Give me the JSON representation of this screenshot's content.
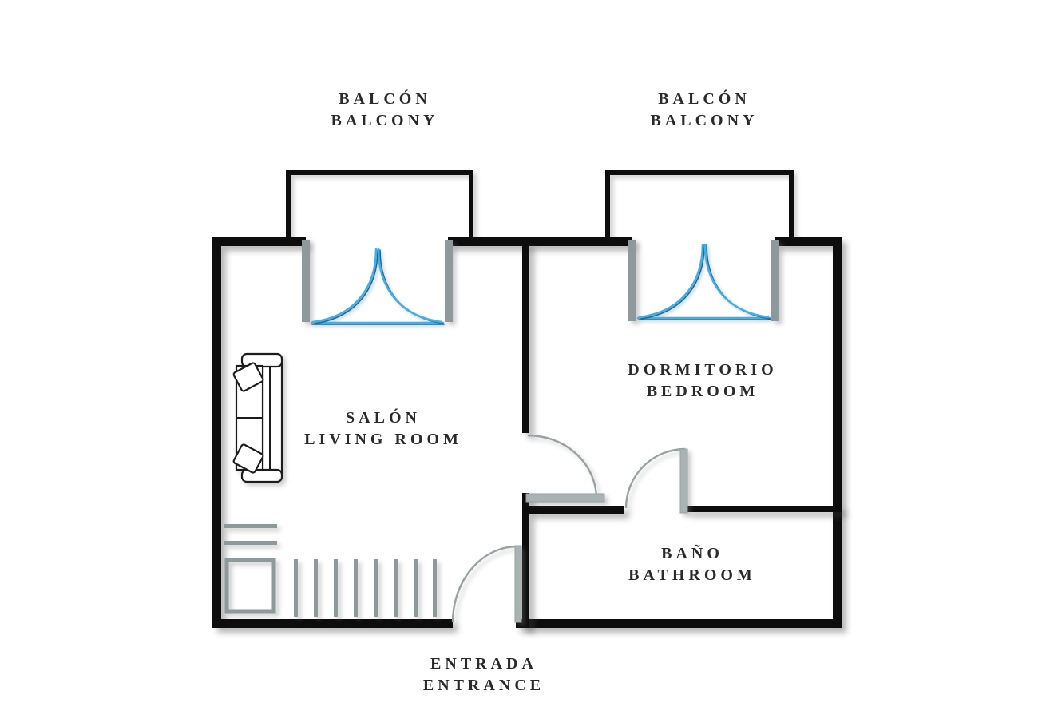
{
  "title": "Apartment floor plan",
  "colors": {
    "background": "#ffffff",
    "wall": "#0d0d0d",
    "fixture_gray": "#8e999b",
    "leaf_gray": "#a9b3b3",
    "door_arc": "#97a1a2",
    "furniture_line": "#1c1c1c",
    "accent_blue": "#45aee2",
    "accent_blue_dark": "#1d6996",
    "text": "#2a2a2a"
  },
  "labels": {
    "balcony_left": {
      "es": "BALCÓN",
      "en": "BALCONY"
    },
    "balcony_right": {
      "es": "BALCÓN",
      "en": "BALCONY"
    },
    "living_room": {
      "es": "SALÓN",
      "en": "LIVING ROOM"
    },
    "bedroom": {
      "es": "DORMITORIO",
      "en": "BEDROOM"
    },
    "bathroom": {
      "es": "BAÑO",
      "en": "BATHROOM"
    },
    "entrance": {
      "es": "ENTRADA",
      "en": "ENTRANCE"
    }
  }
}
